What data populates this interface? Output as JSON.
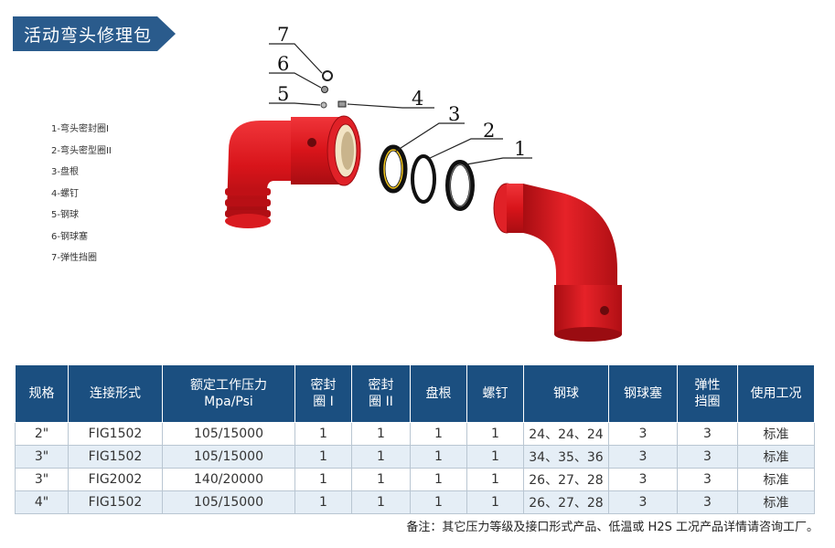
{
  "header": {
    "title": "活动弯头修理包"
  },
  "legend": [
    "1-弯头密封圈I",
    "2-弯头密型圈II",
    "3-盘根",
    "4-螺钉",
    "5-钢球",
    "6-钢球塞",
    "7-弹性挡圈"
  ],
  "callouts": [
    "1",
    "2",
    "3",
    "4",
    "5",
    "6",
    "7"
  ],
  "table": {
    "headers": [
      "规格",
      "连接形式",
      "额定工作压力\nMpa/Psi",
      "密封\n圈 I",
      "密封\n圈 II",
      "盘根",
      "螺钉",
      "钢球",
      "钢球塞",
      "弹性\n挡圈",
      "使用工况"
    ],
    "rows": [
      [
        "2\"",
        "FIG1502",
        "105/15000",
        "1",
        "1",
        "1",
        "1",
        "24、24、24",
        "3",
        "3",
        "标准"
      ],
      [
        "3\"",
        "FIG1502",
        "105/15000",
        "1",
        "1",
        "1",
        "1",
        "34、35、36",
        "3",
        "3",
        "标准"
      ],
      [
        "3\"",
        "FIG2002",
        "140/20000",
        "1",
        "1",
        "1",
        "1",
        "26、27、28",
        "3",
        "3",
        "标准"
      ],
      [
        "4\"",
        "FIG1502",
        "105/15000",
        "1",
        "1",
        "1",
        "1",
        "26、27、28",
        "3",
        "3",
        "标准"
      ]
    ]
  },
  "note": "备注：其它压力等级及接口形式产品、低温或 H2S 工况产品详情请咨询工厂。",
  "colors": {
    "banner": "#2a5b8c",
    "header_bg": "#1b4f80",
    "part_red": "#d8141a",
    "row_blue": "#e5eef6"
  }
}
